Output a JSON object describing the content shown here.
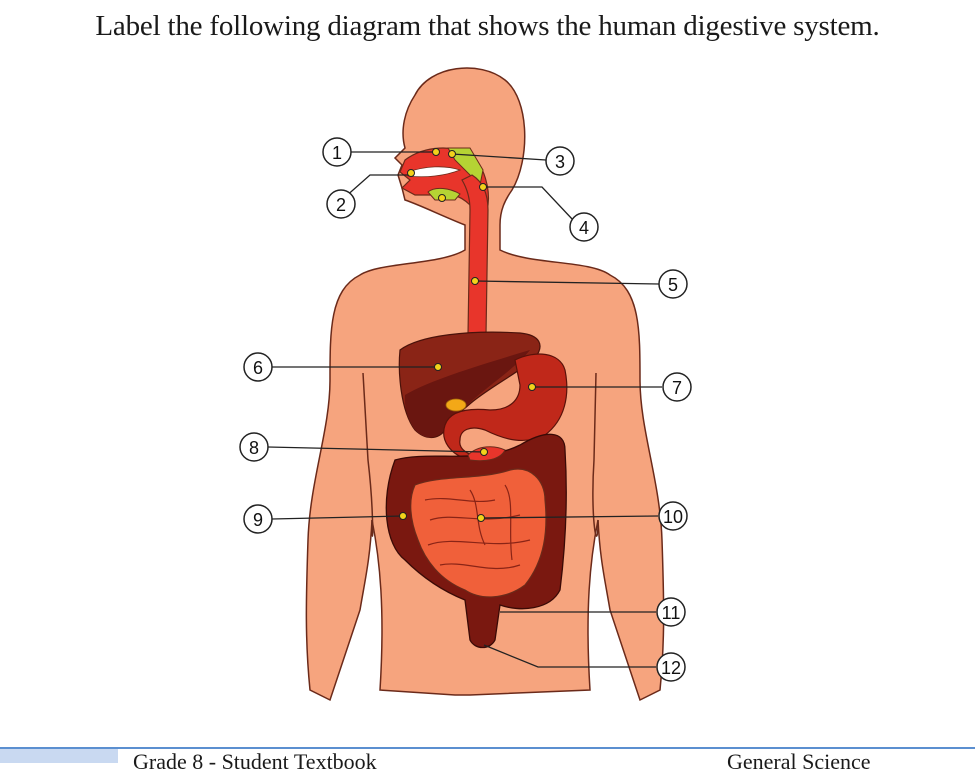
{
  "title": "Label the following diagram that shows the human digestive system.",
  "diagram": {
    "subject": "human digestive system",
    "labels": [
      {
        "number": "1",
        "side": "left"
      },
      {
        "number": "2",
        "side": "left"
      },
      {
        "number": "3",
        "side": "right"
      },
      {
        "number": "4",
        "side": "right"
      },
      {
        "number": "5",
        "side": "right"
      },
      {
        "number": "6",
        "side": "left"
      },
      {
        "number": "7",
        "side": "right"
      },
      {
        "number": "8",
        "side": "left"
      },
      {
        "number": "9",
        "side": "left"
      },
      {
        "number": "10",
        "side": "right"
      },
      {
        "number": "11",
        "side": "right"
      },
      {
        "number": "12",
        "side": "right"
      }
    ],
    "colors": {
      "skin": "#f6a47e",
      "outline": "#6b2a1a",
      "mouth_red": "#e8352b",
      "gland_green": "#b5d334",
      "liver": "#7a1a10",
      "stomach": "#c0281a",
      "large_intestine": "#7a1810",
      "small_intestine": "#f0603a",
      "marker_yellow": "#f2d21b"
    }
  },
  "footer": {
    "left": "Grade 8 - Student Textbook",
    "right": "General Science"
  }
}
